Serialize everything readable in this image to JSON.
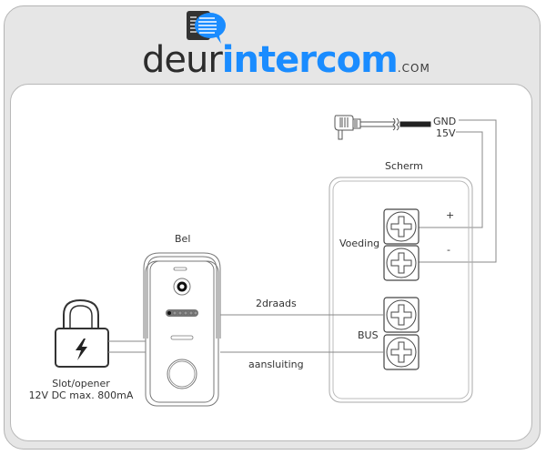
{
  "brand": {
    "name_dark": "deur",
    "name_blue": "intercom",
    "tld": ".COM",
    "logo_icon": "chat-bubble-document-icon",
    "colors": {
      "blue": "#1a8cff",
      "dark": "#2c2c2c"
    }
  },
  "diagram": {
    "power": {
      "gnd_label": "GND",
      "v15_label": "15V",
      "plug_icon": "power-adapter-plug-icon"
    },
    "screen": {
      "title": "Scherm",
      "power_group_label": "Voeding",
      "plus_label": "+",
      "minus_label": "-",
      "bus_group_label": "BUS"
    },
    "doorbell": {
      "title": "Bel"
    },
    "wires": {
      "top_label": "2draads",
      "bottom_label": "aansluiting"
    },
    "lock": {
      "title": "Slot/opener",
      "spec": "12V DC max. 800mA",
      "icon": "padlock-lightning-icon"
    }
  }
}
